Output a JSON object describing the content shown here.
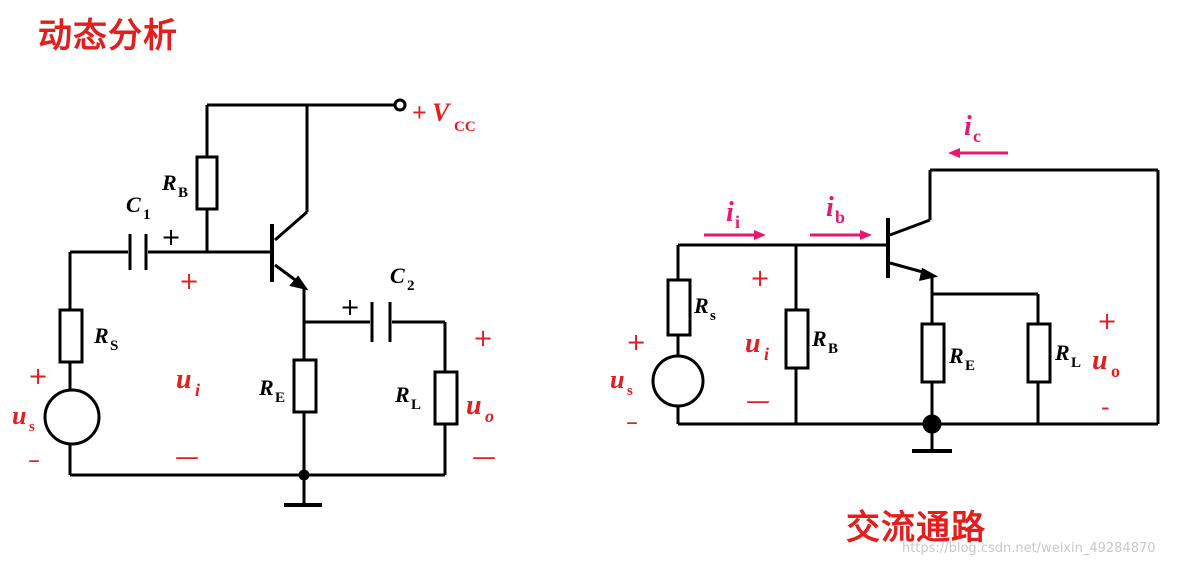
{
  "titles": {
    "dynamic_analysis": "动态分析",
    "ac_path": "交流通路"
  },
  "watermark": "https://blog.csdn.net/weixin_49284870",
  "colors": {
    "label_red": "#e41d1d",
    "current_pink": "#e6186f",
    "wire": "#000000"
  },
  "left_circuit": {
    "vcc": {
      "sign": "+",
      "name": "V",
      "sub": "CC"
    },
    "rb": {
      "name": "R",
      "sub": "B"
    },
    "c1": {
      "name": "C",
      "sub": "1"
    },
    "c1_plus": "+",
    "c2": {
      "name": "C",
      "sub": "2"
    },
    "c2_plus": "+",
    "rs": {
      "name": "R",
      "sub": "S"
    },
    "re": {
      "name": "R",
      "sub": "E"
    },
    "rl": {
      "name": "R",
      "sub": "L"
    },
    "us": {
      "name": "u",
      "sub": "s"
    },
    "ui": {
      "name": "u",
      "sub": "i"
    },
    "uo": {
      "name": "u",
      "sub": "o"
    },
    "us_plus": "+",
    "us_minus": "–",
    "ui_plus": "+",
    "ui_minus": "—",
    "uo_plus": "+",
    "uo_minus": "—"
  },
  "right_circuit": {
    "ii": {
      "name": "i",
      "sub": "i"
    },
    "ib": {
      "name": "i",
      "sub": "b"
    },
    "ic": {
      "name": "i",
      "sub": "c"
    },
    "rs": {
      "name": "R",
      "sub": "s"
    },
    "rb": {
      "name": "R",
      "sub": "B"
    },
    "re": {
      "name": "R",
      "sub": "E"
    },
    "rl": {
      "name": "R",
      "sub": "L"
    },
    "us": {
      "name": "u",
      "sub": "s"
    },
    "ui": {
      "name": "u",
      "sub": "i"
    },
    "uo": {
      "name": "u",
      "sub": "o"
    },
    "us_plus": "+",
    "us_minus": "–",
    "ui_plus": "+",
    "ui_minus": "—",
    "uo_plus": "+",
    "uo_minus": "-"
  }
}
